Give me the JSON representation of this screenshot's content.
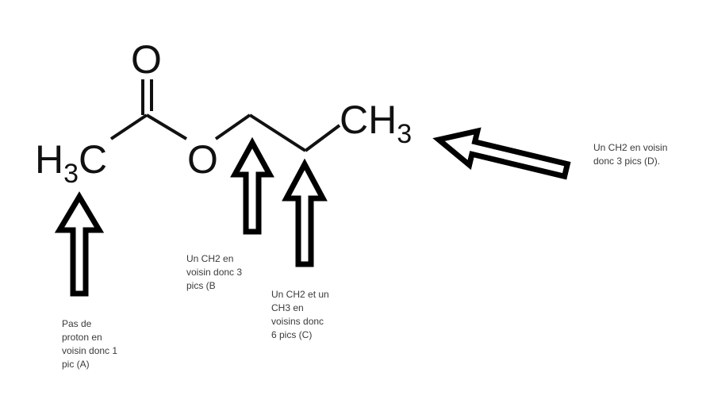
{
  "molecule": {
    "carbonyl_oxygen": "O",
    "ester_oxygen": "O",
    "methyl_left": {
      "main": "H",
      "sub": "3",
      "end": "C"
    },
    "methyl_right": {
      "main": "CH",
      "sub": "3"
    }
  },
  "annotations": {
    "A": {
      "lines": [
        "Pas de",
        "proton en",
        "voisin donc 1",
        "pic (A)"
      ]
    },
    "B": {
      "lines": [
        "Un CH2 en",
        "voisin donc 3",
        "pics (B"
      ]
    },
    "C": {
      "lines": [
        "Un CH2 et un",
        "CH3 en",
        "voisins donc",
        "6 pics (C)"
      ]
    },
    "D": {
      "lines": [
        "Un CH2 en voisin",
        "donc 3 pics (D)."
      ]
    }
  }
}
